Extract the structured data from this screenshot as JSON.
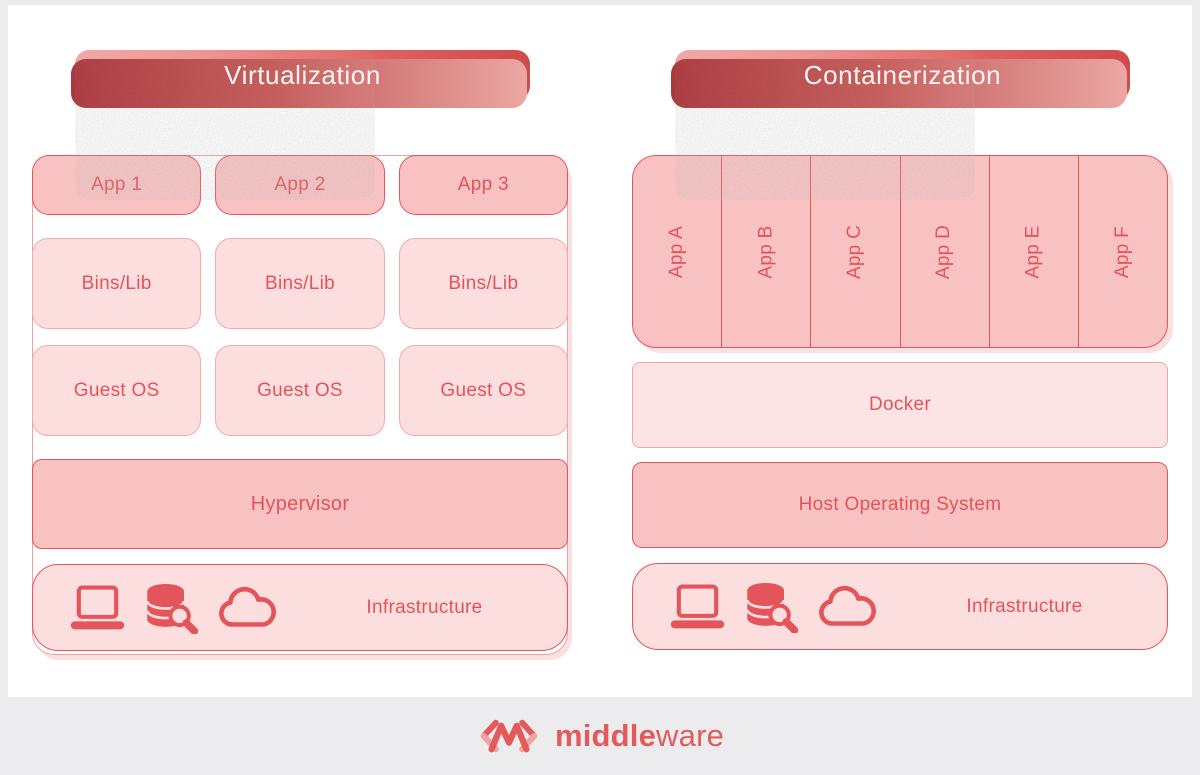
{
  "virtualization": {
    "header": "Virtualization",
    "apps": [
      "App 1",
      "App 2",
      "App 3"
    ],
    "bins": [
      "Bins/Lib",
      "Bins/Lib",
      "Bins/Lib"
    ],
    "guest": [
      "Guest OS",
      "Guest OS",
      "Guest OS"
    ],
    "hypervisor": "Hypervisor",
    "infrastructure": "Infrastructure"
  },
  "containerization": {
    "header": "Containerization",
    "apps": [
      "App A",
      "App B",
      "App C",
      "App D",
      "App E",
      "App F"
    ],
    "docker": "Docker",
    "host_os": "Host Operating System",
    "infrastructure": "Infrastructure"
  },
  "footer": {
    "brand_bold": "middle",
    "brand_light": "ware"
  },
  "icons": {
    "infrastructure": [
      "laptop-icon",
      "database-search-icon",
      "cloud-icon"
    ],
    "logo": "code-brackets-wave-icon"
  },
  "colors": {
    "accent_red": "#e4555b",
    "text_red": "#e5535a",
    "fill_dark_pink": "#f9c2c2",
    "fill_light_pink": "#fcdede",
    "border_light_pink": "#f2abab",
    "header_gradient_start": "#f0a5a1",
    "header_gradient_end": "#d14a4c",
    "page_background": "#ececee",
    "canvas_background": "#ffffff",
    "logo_red": "#e25b5b",
    "logo_light": "#f0a3a3"
  }
}
